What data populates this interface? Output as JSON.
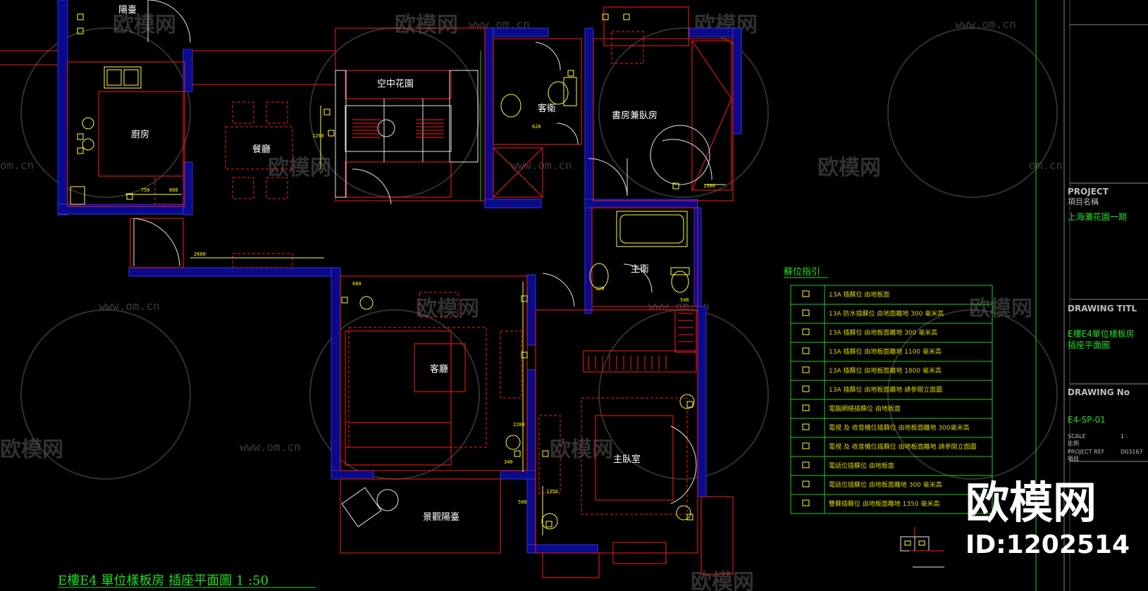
{
  "watermark": {
    "brand": "欧模网",
    "url": "www.om.cn",
    "url_partial": "om.cn"
  },
  "rooms": {
    "balcony": "陽臺",
    "kitchen": "廚房",
    "dining": "餐廳",
    "sky_garden": "空中花園",
    "guest_bath": "客衛",
    "study": "書房兼臥房",
    "master_bath": "主衛",
    "living": "客廳",
    "master_bedroom": "主臥室",
    "view_balcony": "景觀陽臺"
  },
  "dimensions": [
    "750",
    "800",
    "2600",
    "1200",
    "620",
    "1300",
    "2200",
    "340",
    "680",
    "1350",
    "500",
    "320",
    "540"
  ],
  "legend": {
    "title": "蘇位指引",
    "items": [
      "13A 插蘇位 由地板面",
      "13A 防水插蘇位 由地面離地 300 毫米高",
      "13A 插蘇位 由地板面離地 300 毫米高",
      "13A 插蘇位 由地板面離地 1100 毫米高",
      "13A 插蘇位 由地板面離地 1800 毫米高",
      "13A 插蘇位 由地板面離地 請參閱立面圖",
      "電腦網絡插蘇位 由地板面",
      "電視 及 收音機位插蘇位 由地板面離地 300毫米高",
      "電視 及 收音機位插蘇位 由地板面離地 請參閱立面圖",
      "電話位插蘇位 由地板面",
      "電話位插蘇位 由地板面離地 300 毫米高",
      "雙蘇插蘇位 由地板面離地 1350 毫米高"
    ]
  },
  "title_block": {
    "project_label": "PROJECT",
    "project_label_cn": "項目名稱",
    "project_value": "上海灘花園一期",
    "drawing_title_label": "DRAWING TITL",
    "drawing_title_value_1": "E樓E4單位樣板房",
    "drawing_title_value_2": "插座平面圖",
    "drawing_no_label": "DRAWING No",
    "drawing_no_value": "E4-SP-01",
    "scale_label": "SCALE",
    "scale_label_cn": "比例",
    "scale_value": "1 :",
    "project_ref_label": "PROJECT REF",
    "project_ref_label_cn": "項目",
    "project_ref_value": "D03167"
  },
  "caption": "E樓E4 單位樣板房  插座平面圖   1 :50",
  "badge": {
    "brand": "欧模网",
    "id": "ID:1202514"
  },
  "colors": {
    "wall": "#0a0a8c",
    "red_line": "#ff1a1a",
    "yellow_line": "#ffff33",
    "green_text": "#22dd22"
  }
}
